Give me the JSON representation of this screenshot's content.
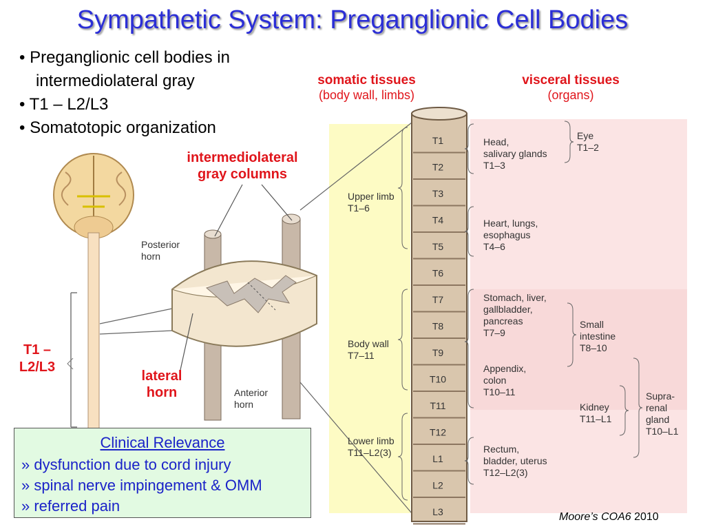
{
  "title": "Sympathetic System: Preganglionic Cell Bodies",
  "bullets": [
    "• Preganglionic cell bodies in",
    "intermediolateral gray",
    "• T1 – L2/L3",
    "• Somatotopic organization"
  ],
  "headers": {
    "somatic": "somatic tissues",
    "somatic_sub": "(body wall, limbs)",
    "visceral": "visceral tissues",
    "visceral_sub": "(organs)"
  },
  "callouts": {
    "imlg_1": "intermediolateral",
    "imlg_2": "gray columns",
    "lateral_1": "lateral",
    "lateral_2": "horn",
    "t1_1": "T1 –",
    "t1_2": "L2/L3"
  },
  "figure_labels": {
    "posterior_horn": [
      "Posterior",
      "horn"
    ],
    "anterior_horn": [
      "Anterior",
      "horn"
    ],
    "upper_limb": [
      "Upper limb",
      "T1–6"
    ],
    "body_wall": [
      "Body wall",
      "T7–11"
    ],
    "lower_limb": [
      "Lower limb",
      "T11–L2(3)"
    ],
    "head": [
      "Head,",
      "salivary glands",
      "T1–3"
    ],
    "eye": [
      "Eye",
      "T1–2"
    ],
    "heart": [
      "Heart, lungs,",
      "esophagus",
      "T4–6"
    ],
    "stomach": [
      "Stomach, liver,",
      "gallbladder,",
      "pancreas",
      "T7–9"
    ],
    "small_intestine": [
      "Small",
      "intestine",
      "T8–10"
    ],
    "appendix": [
      "Appendix,",
      "colon",
      "T10–11"
    ],
    "kidney": [
      "Kidney",
      "T11–L1"
    ],
    "suprarenal": [
      "Supra-",
      "renal",
      "gland",
      "T10–L1"
    ],
    "rectum": [
      "Rectum,",
      "bladder, uterus",
      "T12–L2(3)"
    ]
  },
  "segments": [
    "T1",
    "T2",
    "T3",
    "T4",
    "T5",
    "T6",
    "T7",
    "T8",
    "T9",
    "T10",
    "T11",
    "T12",
    "L1",
    "L2",
    "L3"
  ],
  "clinical": {
    "heading": "Clinical Relevance",
    "items": [
      "» dysfunction due to cord injury",
      "» spinal nerve impingement & OMM",
      "» referred pain"
    ]
  },
  "credit": {
    "italic": "Moore’s COA6",
    "year": " 2010"
  },
  "colors": {
    "title": "#2b2ed6",
    "red_labels": "#e0151b",
    "somatic_panel": "#fdfbc4",
    "visceral_panel": "#fbe4e4",
    "clinical_box": "#e2fae2",
    "clinical_text": "#1a22c8"
  }
}
